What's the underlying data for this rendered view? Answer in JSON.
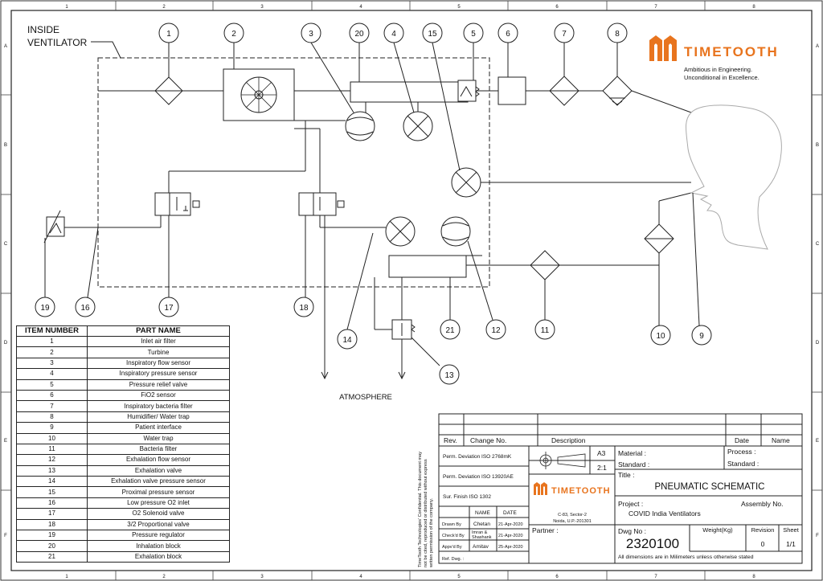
{
  "sheet": {
    "col_labels": [
      "1",
      "2",
      "3",
      "4",
      "5",
      "6",
      "7",
      "8"
    ],
    "row_labels": [
      "A",
      "B",
      "C",
      "D",
      "E",
      "F"
    ]
  },
  "diagram": {
    "inside_label_1": "INSIDE",
    "inside_label_2": "VENTILATOR",
    "atmosphere_label": "ATMOSPHERE",
    "callouts": [
      "1",
      "2",
      "3",
      "20",
      "4",
      "15",
      "5",
      "6",
      "7",
      "8",
      "19",
      "16",
      "17",
      "18",
      "14",
      "21",
      "12",
      "11",
      "10",
      "9",
      "13"
    ]
  },
  "brand": {
    "name": "TIMETOOTH",
    "tagline_1": "Ambitious in Engineering.",
    "tagline_2": "Unconditional in Excellence.",
    "color": "#e8741e"
  },
  "parts_table": {
    "header_item": "ITEM NUMBER",
    "header_name": "PART NAME",
    "rows": [
      {
        "num": "1",
        "name": "Inlet air filter"
      },
      {
        "num": "2",
        "name": "Turbine"
      },
      {
        "num": "3",
        "name": "Inspiratory flow sensor"
      },
      {
        "num": "4",
        "name": "Inspiratory pressure sensor"
      },
      {
        "num": "5",
        "name": "Pressure relief valve"
      },
      {
        "num": "6",
        "name": "FiO2 sensor"
      },
      {
        "num": "7",
        "name": "Inspiratory bacteria filter"
      },
      {
        "num": "8",
        "name": "Humidifier/ Water trap"
      },
      {
        "num": "9",
        "name": "Patient interface"
      },
      {
        "num": "10",
        "name": "Water trap"
      },
      {
        "num": "11",
        "name": "Bacteria filter"
      },
      {
        "num": "12",
        "name": "Exhalation flow sensor"
      },
      {
        "num": "13",
        "name": "Exhalation valve"
      },
      {
        "num": "14",
        "name": "Exhalation valve pressure sensor"
      },
      {
        "num": "15",
        "name": "Proximal pressure sensor"
      },
      {
        "num": "16",
        "name": "Low pressure O2 inlet"
      },
      {
        "num": "17",
        "name": "O2 Solenoid valve"
      },
      {
        "num": "18",
        "name": "3/2 Proportional valve"
      },
      {
        "num": "19",
        "name": "Pressure regulator"
      },
      {
        "num": "20",
        "name": "Inhalation block"
      },
      {
        "num": "21",
        "name": "Exhalation block"
      }
    ]
  },
  "title_block": {
    "confidential": "TimeTooth Technologies' Confidential. This document may not be cited, reproduced or distributed without express written permission of the company.",
    "rev": "Rev.",
    "change_no": "Change No.",
    "description": "Description",
    "date": "Date",
    "name": "Name",
    "perm_dev_1": "Perm. Deviation ISO 2768mK",
    "perm_dev_2": "Perm. Deviation ISO 13920AE",
    "surface": "Sur. Finish ISO 1302",
    "paper": "A3",
    "scale": "2:1",
    "material": "Material :",
    "standard": "Standard :",
    "process": "Process :",
    "standard2": "Standard :",
    "title_label": "Title :",
    "title": "PNEUMATIC SCHEMATIC",
    "sig_name": "NAME",
    "sig_date": "DATE",
    "drawn_by": "Drawn By",
    "drawn_name": "Chetan",
    "drawn_date": "21-Apr-2020",
    "checked_by": "Check'd By",
    "checked_name_1": "Imran &",
    "checked_name_2": "Shashank",
    "checked_date": "21-Apr-2020",
    "approved_by": "Appv'd By",
    "approved_name": "Amitav",
    "approved_date": "25-Apr-2020",
    "ref_dwg": "Ref. Dwg. :",
    "address_1": "C-83, Sector-2",
    "address_2": "Noida, U.P.-201301",
    "partner": "Partner :",
    "project_label": "Project :",
    "project": "COVID India Ventilators",
    "assembly_no": "Assembly No.",
    "dwg_no_label": "Dwg No :",
    "dwg_no": "2320100",
    "weight": "Weight(Kg)",
    "revision": "Revision",
    "sheet": "Sheet",
    "revision_val": "0",
    "sheet_val": "1/1",
    "dims_note": "All dimensions are in Milimeters unless otherwise stated"
  }
}
